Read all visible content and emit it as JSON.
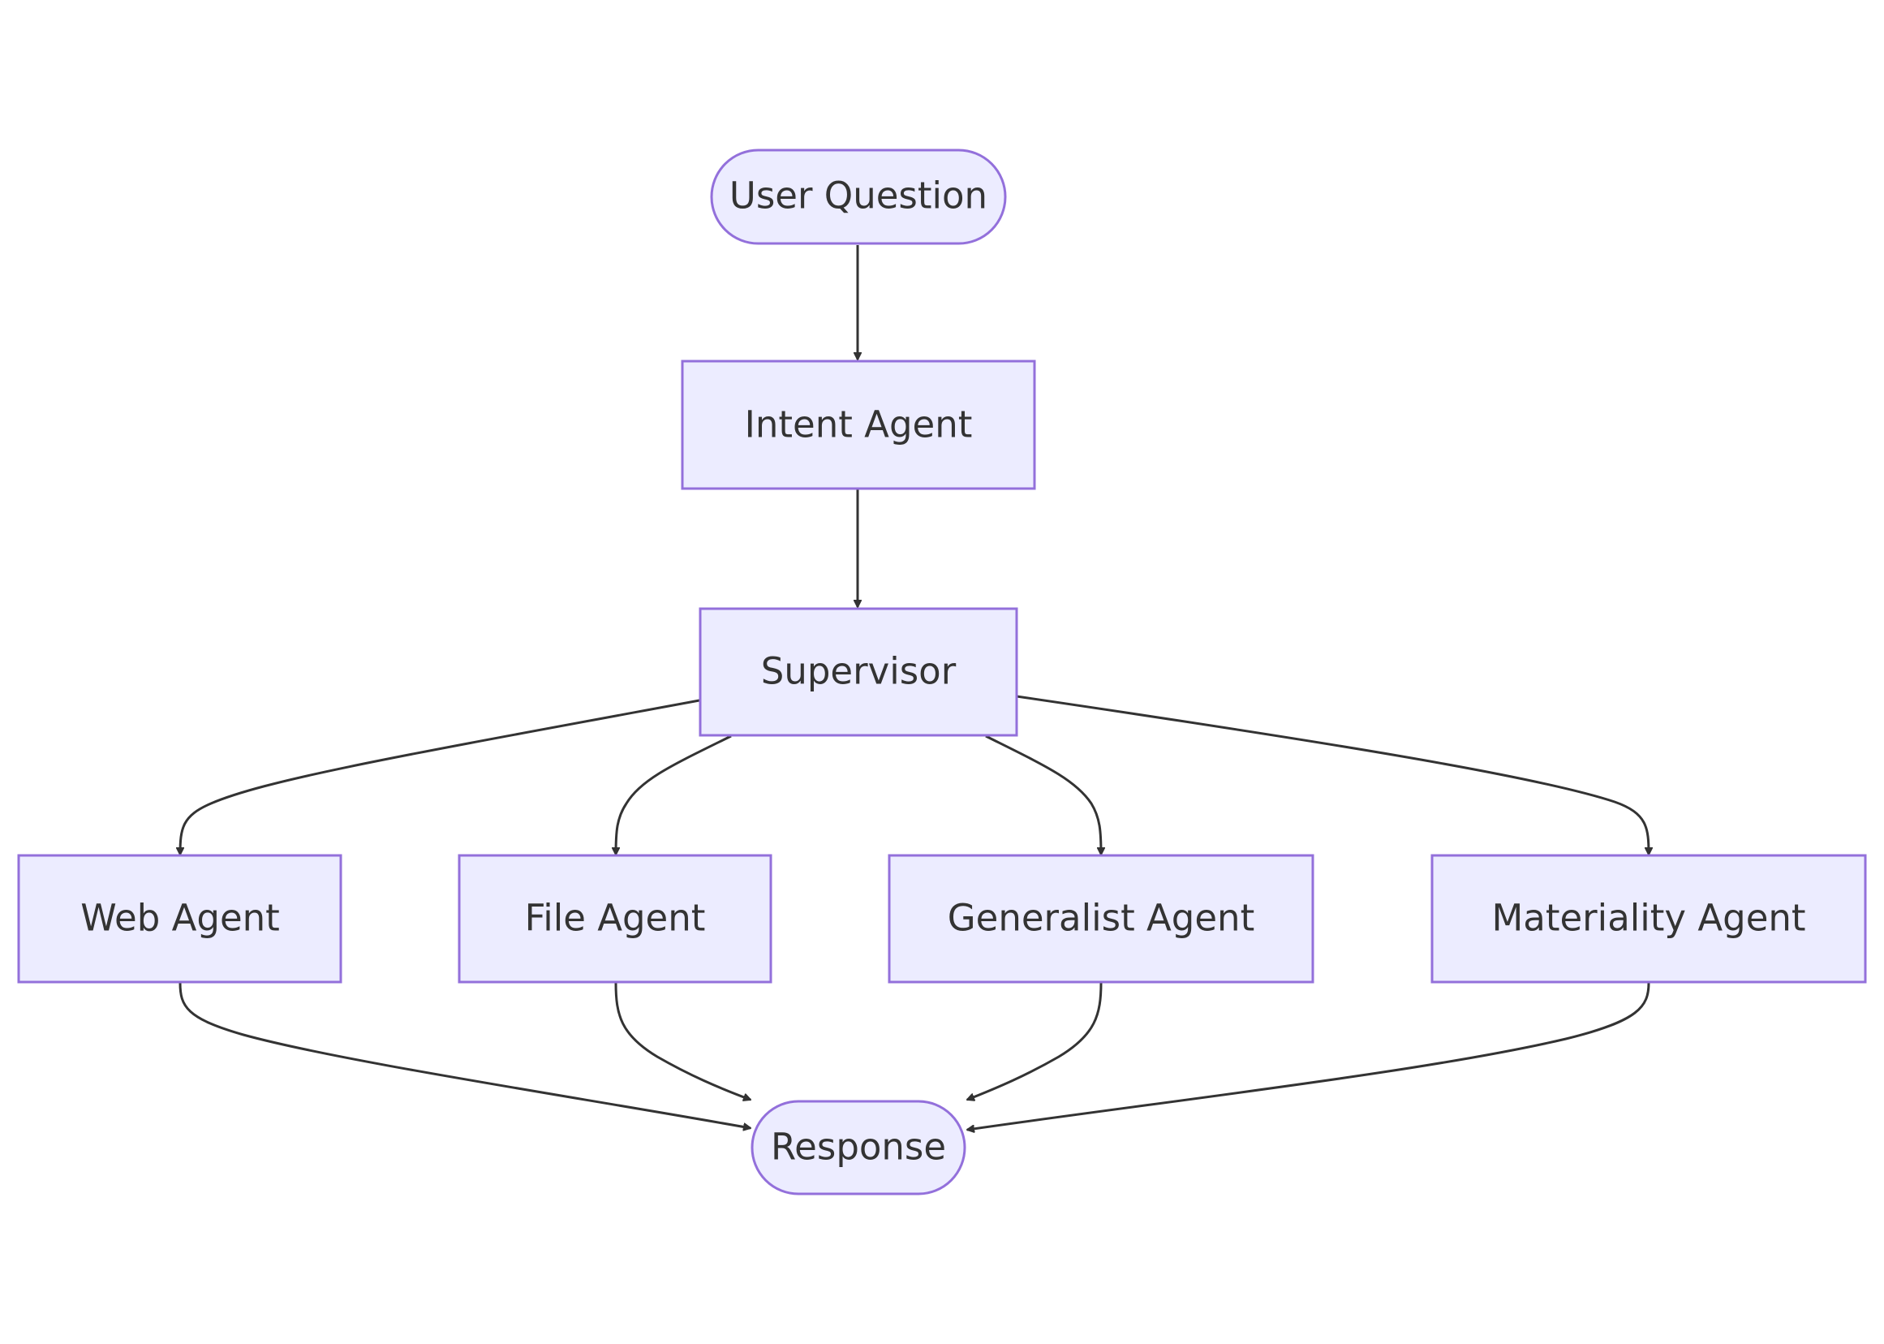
{
  "diagram": {
    "type": "flowchart",
    "direction": "top-down",
    "colors": {
      "node_fill": "#ECECFF",
      "node_stroke": "#9370DB",
      "edge": "#333333",
      "text": "#333333",
      "background": "#FFFFFF"
    },
    "nodes": {
      "user_question": {
        "label": "User Question",
        "shape": "stadium"
      },
      "intent_agent": {
        "label": "Intent Agent",
        "shape": "rectangle"
      },
      "supervisor": {
        "label": "Supervisor",
        "shape": "rectangle"
      },
      "web_agent": {
        "label": "Web Agent",
        "shape": "rectangle"
      },
      "file_agent": {
        "label": "File Agent",
        "shape": "rectangle"
      },
      "generalist_agent": {
        "label": "Generalist Agent",
        "shape": "rectangle"
      },
      "materiality_agent": {
        "label": "Materiality Agent",
        "shape": "rectangle"
      },
      "response": {
        "label": "Response",
        "shape": "stadium"
      }
    },
    "edges": [
      {
        "from": "user_question",
        "to": "intent_agent"
      },
      {
        "from": "intent_agent",
        "to": "supervisor"
      },
      {
        "from": "supervisor",
        "to": "web_agent"
      },
      {
        "from": "supervisor",
        "to": "file_agent"
      },
      {
        "from": "supervisor",
        "to": "generalist_agent"
      },
      {
        "from": "supervisor",
        "to": "materiality_agent"
      },
      {
        "from": "web_agent",
        "to": "response"
      },
      {
        "from": "file_agent",
        "to": "response"
      },
      {
        "from": "generalist_agent",
        "to": "response"
      },
      {
        "from": "materiality_agent",
        "to": "response"
      }
    ]
  }
}
